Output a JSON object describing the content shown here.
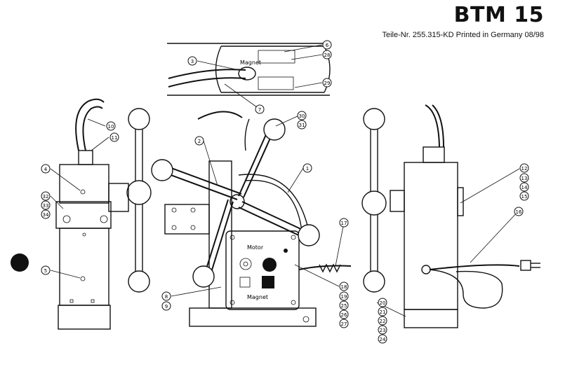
{
  "header": {
    "title": "BTM 15",
    "subtitle": "Teile-Nr. 255.315-KD  Printed in Germany  08/98"
  },
  "panel": {
    "motor_label": "Motor",
    "magnet_label": "Magnet"
  },
  "top_plate": {
    "magnet_label": "Magnet"
  },
  "callouts": [
    "1",
    "2",
    "3",
    "4",
    "5",
    "6",
    "7",
    "8",
    "9",
    "10",
    "11",
    "12",
    "13",
    "14",
    "15",
    "16",
    "17",
    "18",
    "19",
    "20",
    "21",
    "22",
    "23",
    "24",
    "25",
    "26",
    "27",
    "28",
    "29",
    "30",
    "31",
    "32",
    "33",
    "34"
  ]
}
